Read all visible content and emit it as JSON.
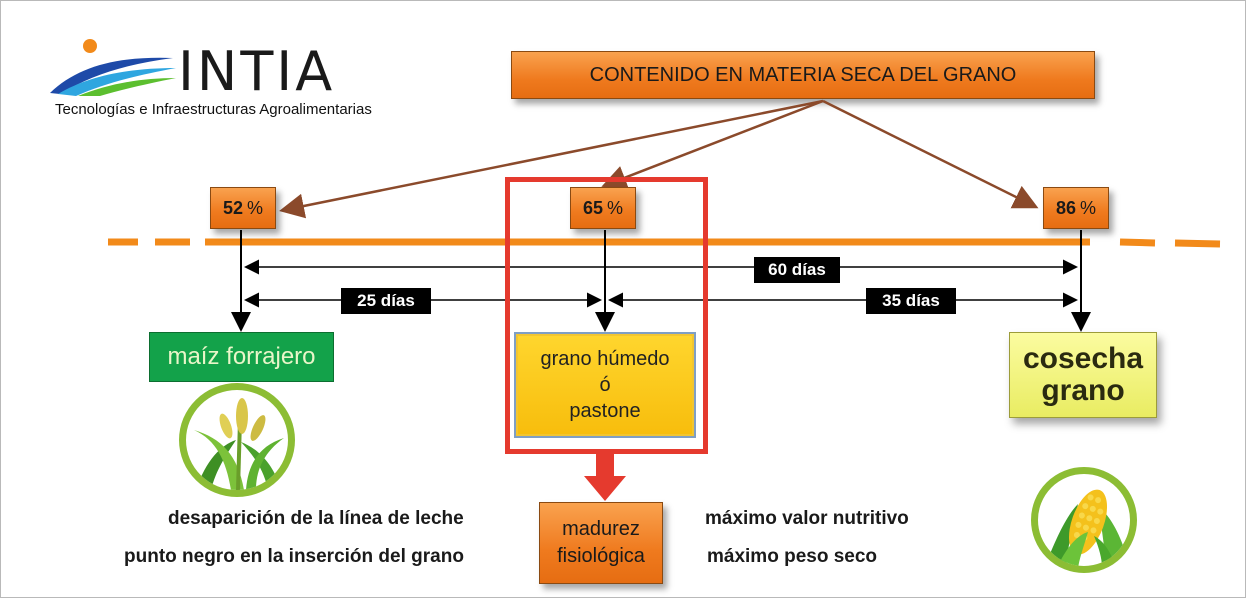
{
  "logo": {
    "name": "INTIA",
    "subtitle": "Tecnologías e Infraestructuras Agroalimentarias"
  },
  "title": "CONTENIDO EN MATERIA SECA DEL GRANO",
  "percentages": [
    {
      "value": "52",
      "unit": "%"
    },
    {
      "value": "65",
      "unit": "%"
    },
    {
      "value": "86",
      "unit": "%"
    }
  ],
  "intervals": {
    "total": "60 días",
    "first": "25 días",
    "second": "35 días"
  },
  "stages": {
    "forage": "maíz forrajero",
    "wet": [
      "grano húmedo",
      "ó",
      "pastone"
    ],
    "harvest": [
      "cosecha",
      "grano"
    ]
  },
  "maturity": [
    "madurez",
    "fisiológica"
  ],
  "notes_left": [
    "desaparición de la línea de leche",
    "punto negro en la inserción del grano"
  ],
  "notes_right": [
    "máximo valor nutritivo",
    "máximo peso seco"
  ],
  "colors": {
    "orange": "#ef7a1e",
    "brown_arrow": "#8b4a2b",
    "green": "#13a24a",
    "red": "#e53a2e",
    "yellow": "#f7bd0c",
    "circle_border": "#8cbd34"
  },
  "icons": [
    "corn-plant-icon",
    "corn-cob-icon",
    "down-arrow-icon"
  ]
}
